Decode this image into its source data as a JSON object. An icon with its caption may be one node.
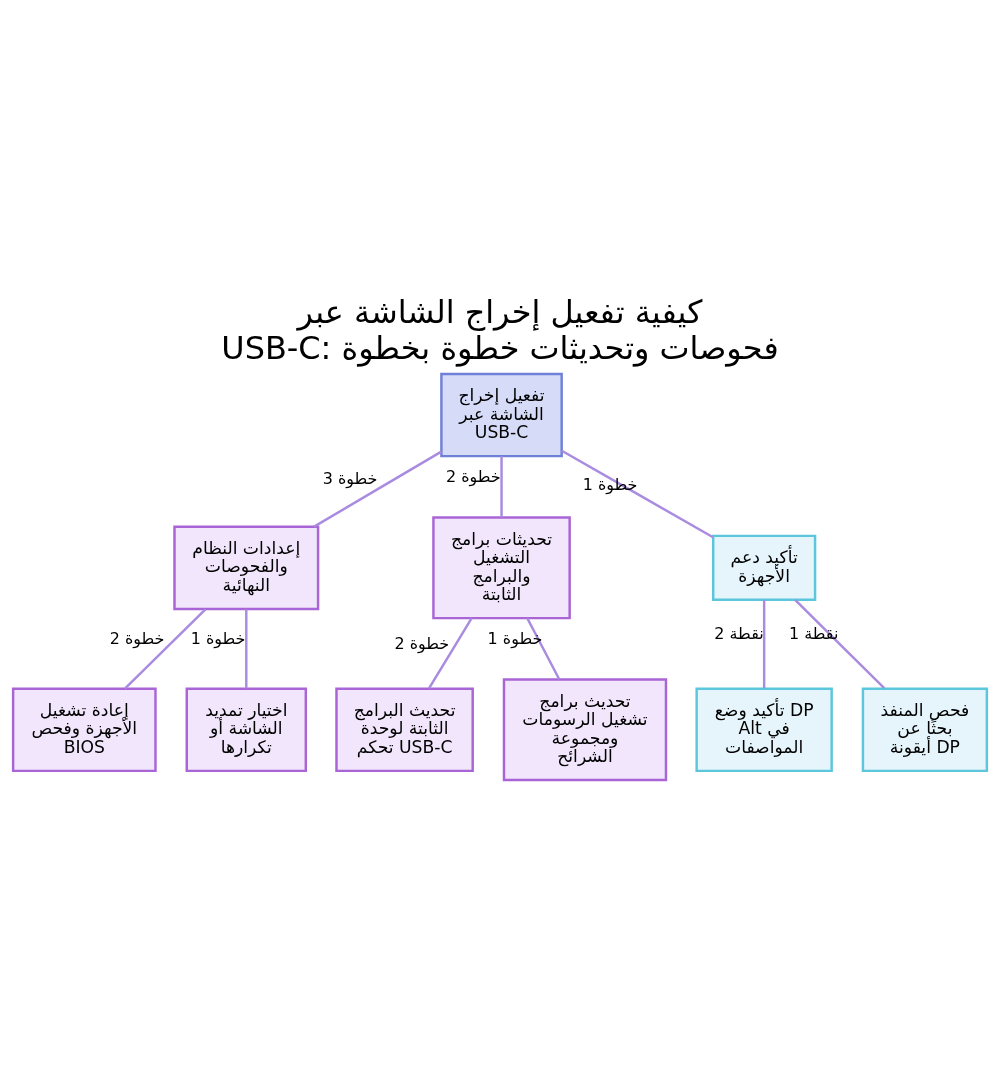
{
  "diagram": {
    "title": "كيفية تفعيل إخراج الشاشة عبر USB-C: فحوصات وتحديثات خطوة بخطوة",
    "nodes": [
      {
        "text": [
          "تفعيل إخراج الشاشة عبر USB-C"
        ]
      },
      {
        "text": [
          "تأكيد دعم الأجهزة"
        ]
      },
      {
        "text": [
          "تحديثات برامج التشغيل والبرامج الثابتة"
        ]
      },
      {
        "text": [
          "إعدادات النظام والفحوصات النهائية"
        ]
      },
      {
        "text": [
          "فحص المنفذ بحثًا عن أيقونة DP"
        ]
      },
      {
        "text": [
          "تأكيد وضع DP Alt في المواصفات"
        ]
      },
      {
        "text": [
          "تحديث برامج تشغيل الرسومات ومجموعة الشرائح"
        ]
      },
      {
        "text": [
          "تحديث البرامج الثابتة لوحدة تحكم USB-C"
        ]
      },
      {
        "text": [
          "اختيار تمديد الشاشة أو تكرارها"
        ]
      },
      {
        "text": [
          "إعادة تشغيل الأجهزة وفحص BIOS"
        ]
      }
    ],
    "edges": [
      {
        "from": 0,
        "to": 1,
        "arrow": "none",
        "label": "خطوة 1"
      },
      {
        "from": 0,
        "to": 2,
        "arrow": "none",
        "label": "خطوة 2"
      },
      {
        "from": 0,
        "to": 3,
        "arrow": "none",
        "label": "خطوة 3"
      },
      {
        "from": 1,
        "to": 4,
        "arrow": "none",
        "label": "نقطة 1"
      },
      {
        "from": 1,
        "to": 5,
        "arrow": "none",
        "label": "نقطة 2"
      },
      {
        "from": 2,
        "to": 6,
        "arrow": "none",
        "label": "خطوة 1"
      },
      {
        "from": 2,
        "to": 7,
        "arrow": "none",
        "label": "خطوة 2"
      },
      {
        "from": 3,
        "to": 8,
        "arrow": "none",
        "label": "خطوة 1"
      },
      {
        "from": 3,
        "to": 9,
        "arrow": "none",
        "label": "خطوة 2"
      }
    ]
  }
}
